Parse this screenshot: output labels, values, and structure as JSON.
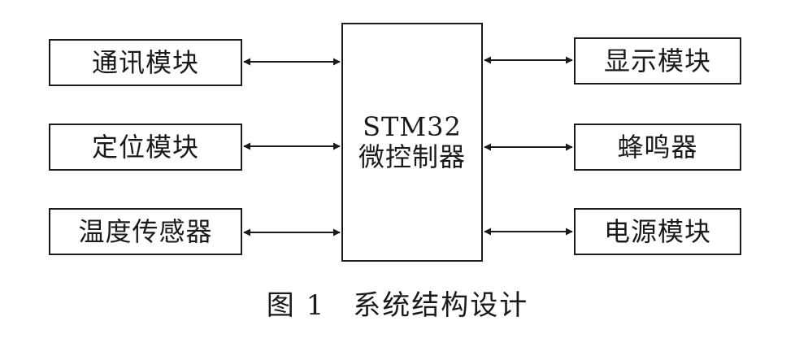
{
  "diagram": {
    "center": {
      "line1": "STM32",
      "line2": "微控制器"
    },
    "left_modules": [
      {
        "label": "通讯模块"
      },
      {
        "label": "定位模块"
      },
      {
        "label": "温度传感器"
      }
    ],
    "right_modules": [
      {
        "label": "显示模块"
      },
      {
        "label": "蜂鸣器"
      },
      {
        "label": "电源模块"
      }
    ],
    "caption": {
      "number": "图 1",
      "text": "系统结构设计"
    }
  }
}
